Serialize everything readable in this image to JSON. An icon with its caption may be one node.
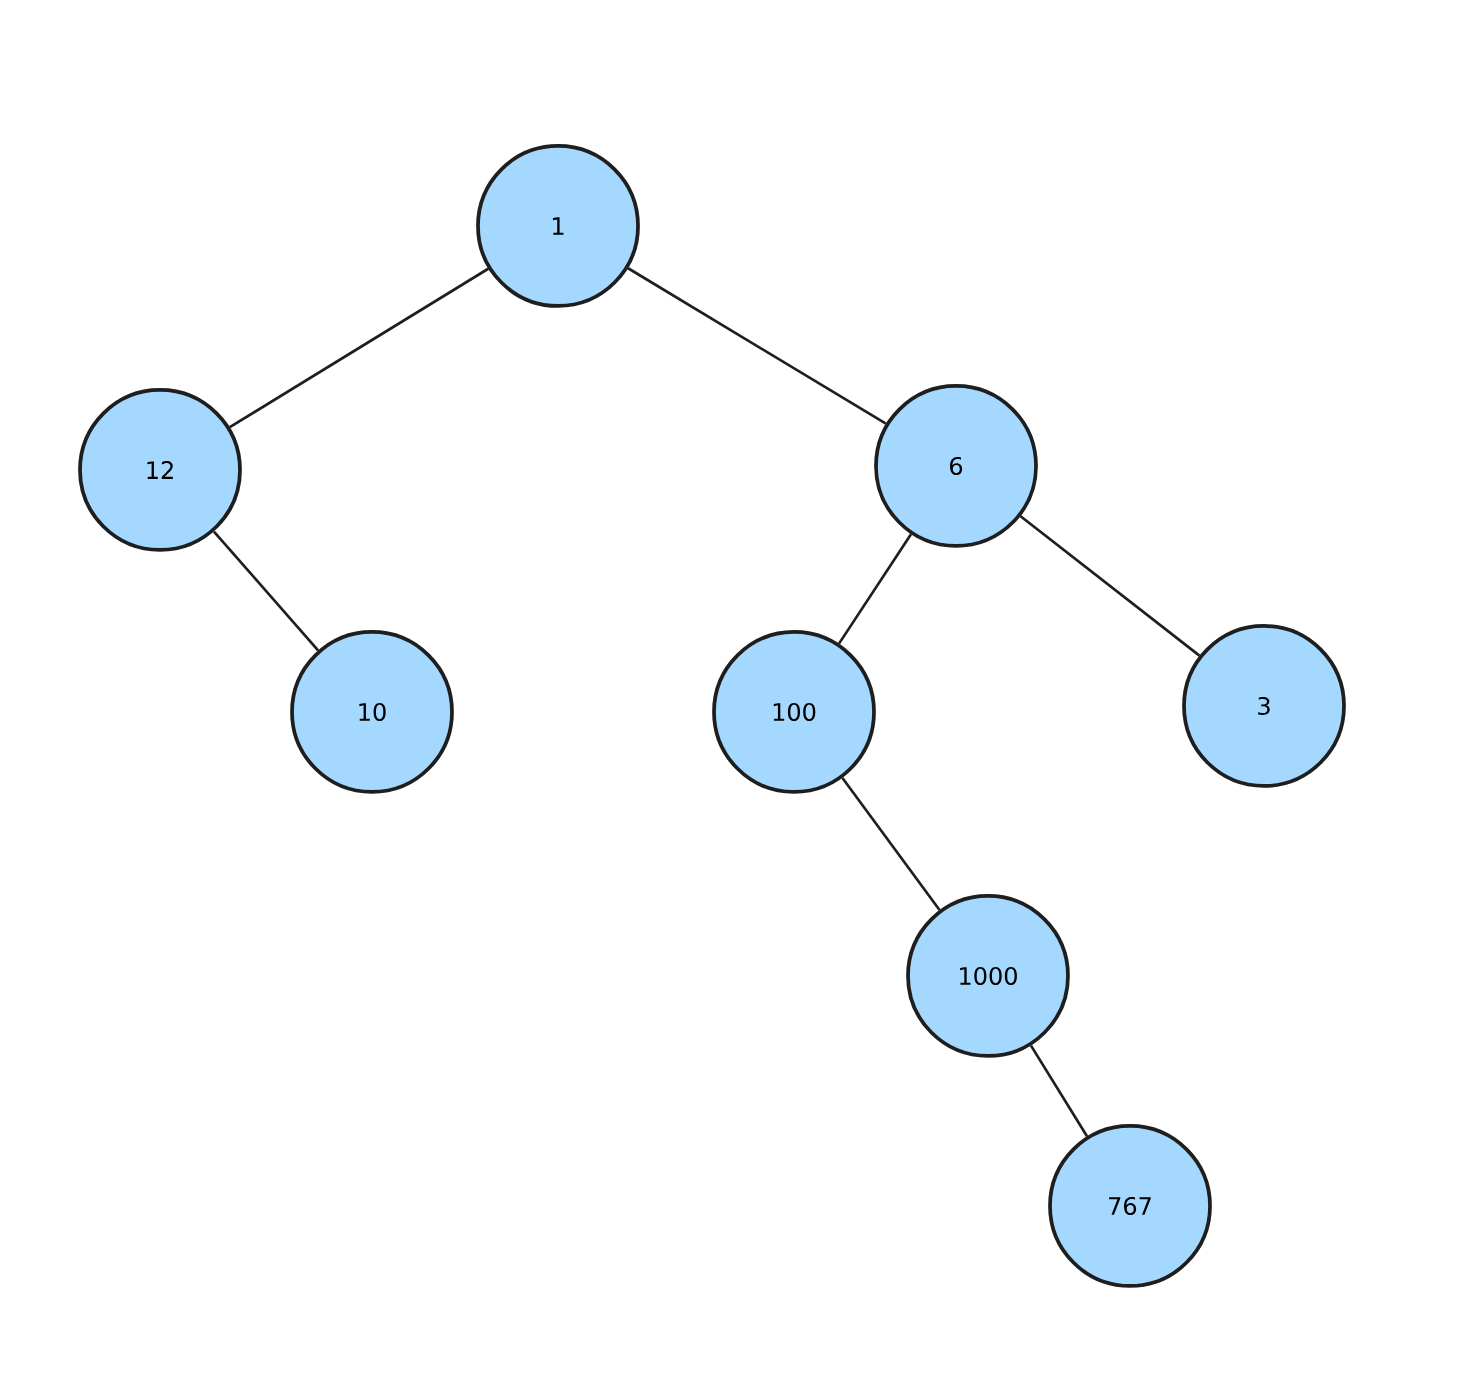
{
  "diagram": {
    "nodes": [
      {
        "text": [
          "1"
        ]
      },
      {
        "text": [
          "12"
        ]
      },
      {
        "text": [
          "10"
        ]
      },
      {
        "text": [
          "6"
        ]
      },
      {
        "text": [
          "100"
        ]
      },
      {
        "text": [
          "3"
        ]
      },
      {
        "text": [
          "1000"
        ]
      },
      {
        "text": [
          "767"
        ]
      }
    ],
    "edges": [
      {
        "from": 0,
        "to": 1,
        "arrow": "none"
      },
      {
        "from": 0,
        "to": 3,
        "arrow": "none"
      },
      {
        "from": 1,
        "to": 2,
        "arrow": "none"
      },
      {
        "from": 3,
        "to": 4,
        "arrow": "none"
      },
      {
        "from": 3,
        "to": 5,
        "arrow": "none"
      },
      {
        "from": 4,
        "to": 6,
        "arrow": "none"
      },
      {
        "from": 6,
        "to": 7,
        "arrow": "none"
      }
    ]
  }
}
